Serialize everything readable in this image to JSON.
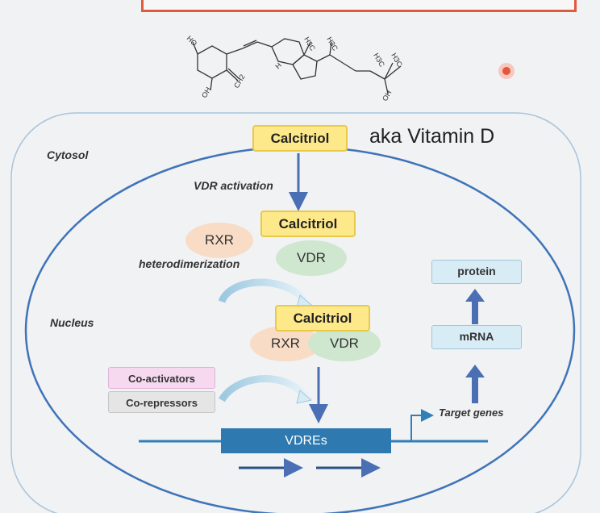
{
  "slide": {
    "vitamin_label": "aka Vitamin D",
    "cytosol_label": "Cytosol",
    "nucleus_label": "Nucleus",
    "vdr_activation": "VDR activation",
    "heterodimerization": "heterodimerization",
    "calcitriol_top": "Calcitriol",
    "calcitriol_mid": "Calcitriol",
    "calcitriol_low": "Calcitriol",
    "rxr_free": "RXR",
    "vdr_bound": "VDR",
    "rxr_complex": "RXR",
    "vdr_complex": "VDR",
    "coactivators": "Co-activators",
    "corepressors": "Co-repressors",
    "vdres": "VDREs",
    "target_genes": "Target genes",
    "mrna": "mRNA",
    "protein": "protein"
  },
  "molecule": {
    "labels": [
      "HO",
      "OH",
      "CH2",
      "H",
      "H3C",
      "H3C",
      "H3C",
      "H3C",
      "OH"
    ]
  },
  "colors": {
    "arrow_blue": "#4a6fb5",
    "dna_blue": "#2f7fb8",
    "yellow_tag": "#fde98a",
    "rxr_fill": "#f8dcc6",
    "vdr_fill": "#cfe6cf"
  }
}
